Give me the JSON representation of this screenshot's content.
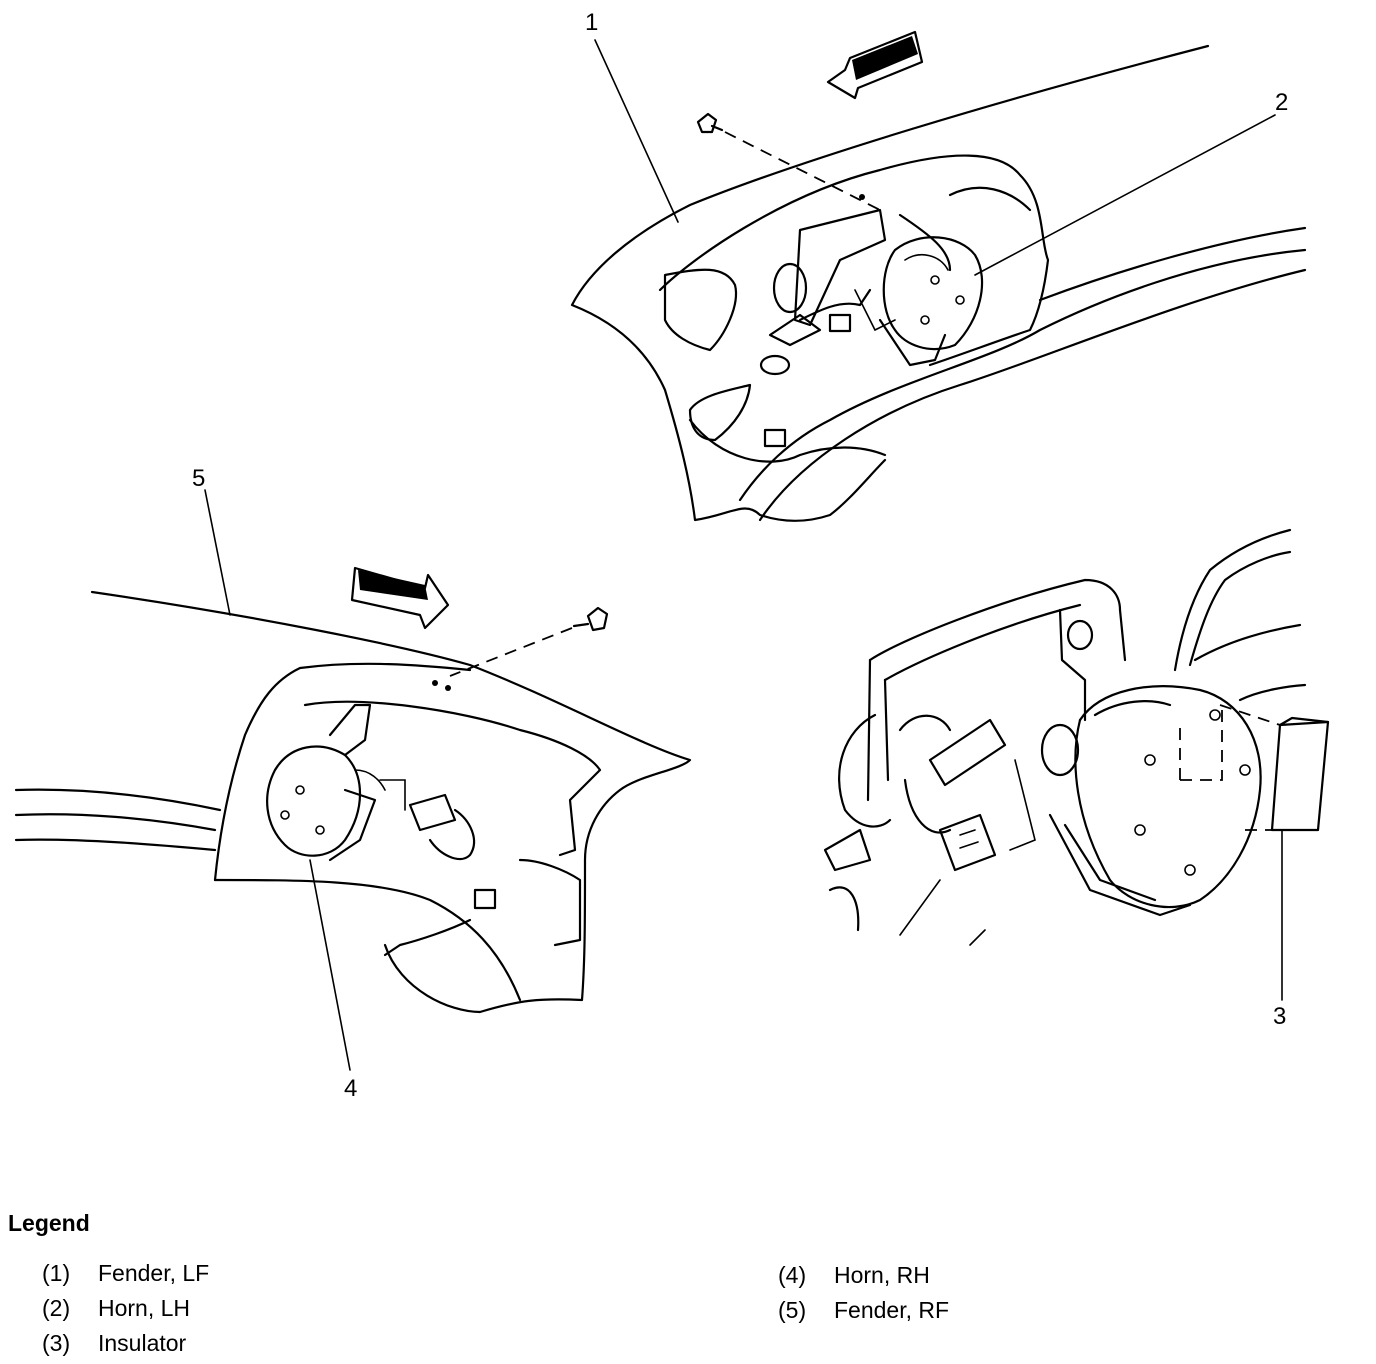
{
  "callouts": [
    "1",
    "2",
    "3",
    "4",
    "5"
  ],
  "legend": {
    "title": "Legend",
    "items": [
      {
        "num": "(1)",
        "text": "Fender, LF"
      },
      {
        "num": "(2)",
        "text": "Horn, LH"
      },
      {
        "num": "(3)",
        "text": "Insulator"
      },
      {
        "num": "(4)",
        "text": "Horn, RH"
      },
      {
        "num": "(5)",
        "text": "Fender, RF"
      }
    ]
  }
}
